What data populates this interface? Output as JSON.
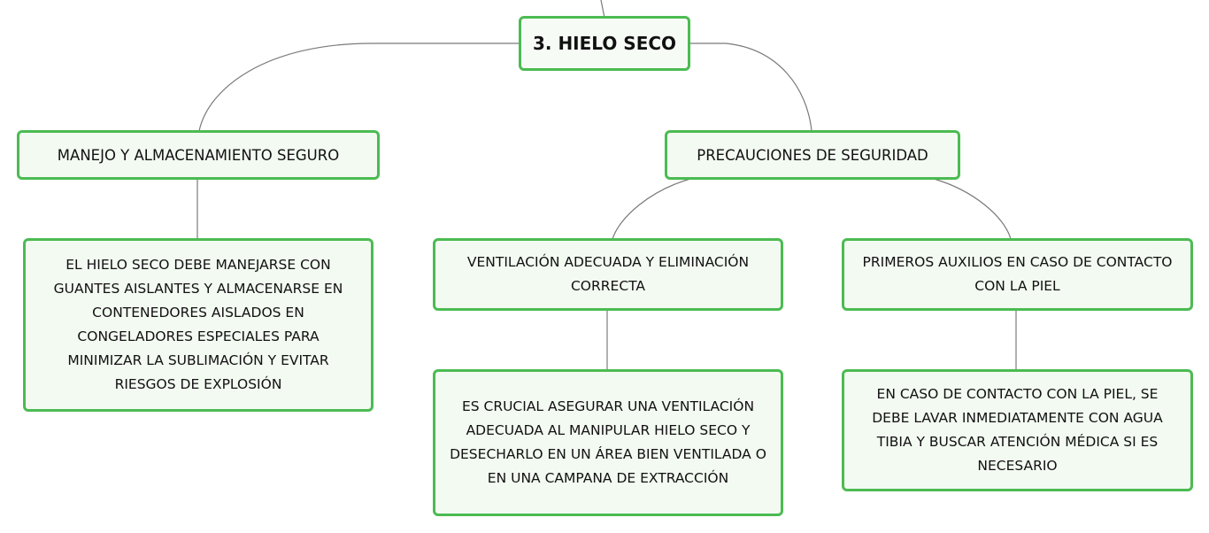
{
  "diagram": {
    "root": {
      "label": "3. HIELO SECO"
    },
    "manejo": {
      "title": "MANEJO Y ALMACENAMIENTO SEGURO",
      "detail": "EL HIELO SECO DEBE MANEJARSE CON GUANTES AISLANTES Y ALMACENARSE EN CONTENEDORES AISLADOS EN CONGELADORES ESPECIALES PARA MINIMIZAR LA SUBLIMACIÓN Y EVITAR RIESGOS DE EXPLOSIÓN"
    },
    "precauciones": {
      "title": "PRECAUCIONES DE SEGURIDAD",
      "ventilacion": {
        "title": "VENTILACIÓN ADECUADA Y ELIMINACIÓN CORRECTA",
        "detail": "ES CRUCIAL ASEGURAR UNA VENTILACIÓN ADECUADA AL MANIPULAR HIELO SECO Y DESECHARLO EN UN ÁREA BIEN VENTILADA O EN UNA CAMPANA DE EXTRACCIÓN"
      },
      "auxilios": {
        "title": "PRIMEROS AUXILIOS EN CASO DE CONTACTO CON LA PIEL",
        "detail": "EN CASO DE CONTACTO CON LA PIEL, SE DEBE LAVAR INMEDIATAMENTE CON AGUA TIBIA Y BUSCAR ATENCIÓN MÉDICA SI ES NECESARIO"
      }
    }
  },
  "colors": {
    "node_border": "#4cbb52",
    "node_fill": "#f3faf2",
    "connector": "#7a7a7a",
    "text": "#111111"
  }
}
